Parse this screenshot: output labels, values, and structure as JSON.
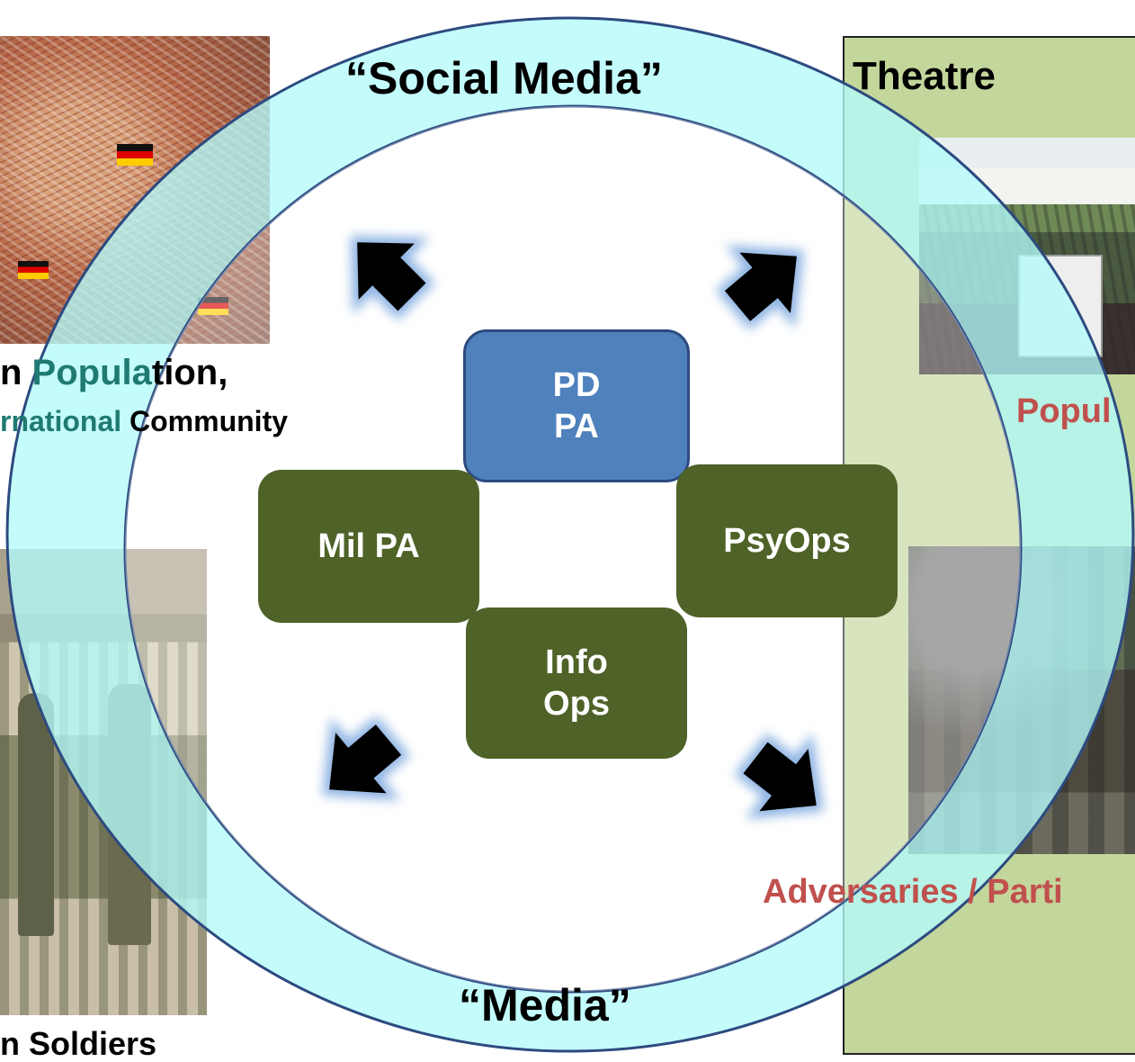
{
  "ring": {
    "top_label": "“Social Media”",
    "bottom_label": "“Media”"
  },
  "theatre": {
    "title": "Theatre",
    "population_label": "Popul",
    "adversaries_label": "Adversaries / Parti"
  },
  "left": {
    "population_line1": "n Population,",
    "population_line2": "rnational Community",
    "soldiers_label": "n Soldiers"
  },
  "nodes": {
    "pd_pa": {
      "line1": "PD",
      "line2": "PA"
    },
    "mil_pa": {
      "label": "Mil PA"
    },
    "psyops": {
      "label": "PsyOps"
    },
    "info_ops": {
      "line1": "Info",
      "line2": "Ops"
    }
  },
  "colors": {
    "ring_fill": "#b3fbfb",
    "ring_stroke": "#2d4a80",
    "theatre_fill": "#c3d69b",
    "pd_box": "#4f81bd",
    "green_box": "#4f6228",
    "red_label": "#c0504d",
    "teal_text": "#1f7a72",
    "arrow": "#000000",
    "arrow_glow": "#8eb4e3"
  },
  "icons": [
    "arrow-up-left-icon",
    "arrow-up-right-icon",
    "arrow-down-left-icon",
    "arrow-down-right-icon"
  ]
}
